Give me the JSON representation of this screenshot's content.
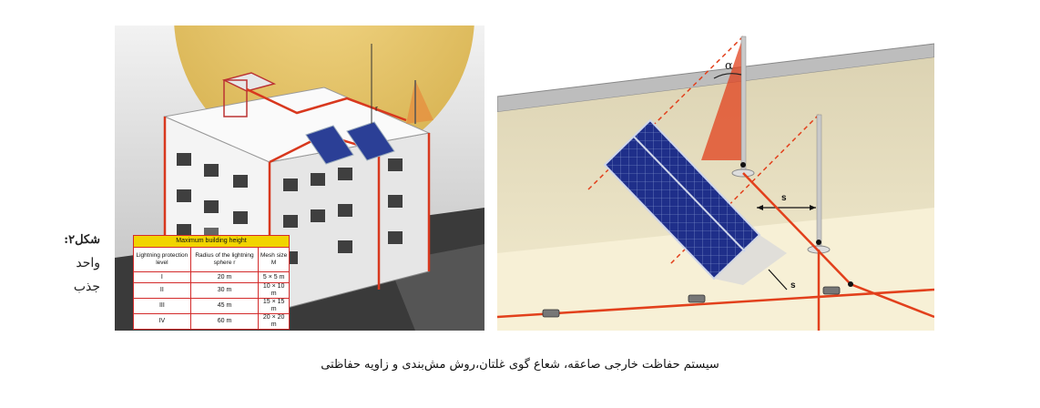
{
  "figure": {
    "title": "شکل۲:",
    "subtitle_lines": [
      "واحد",
      "جذب"
    ]
  },
  "left_image": {
    "table": {
      "header": "Maximum building height",
      "columns": [
        "Lightning protection level",
        "Radius of the lightning sphere r",
        "Mesh size M"
      ],
      "rows": [
        [
          "I",
          "20 m",
          "5 × 5 m"
        ],
        [
          "II",
          "30 m",
          "10 × 10 m"
        ],
        [
          "III",
          "45 m",
          "15 × 15 m"
        ],
        [
          "IV",
          "60 m",
          "20 × 20 m"
        ]
      ]
    },
    "labels": {
      "radius": "r"
    }
  },
  "right_image": {
    "labels": {
      "angle": "α",
      "spacing_top": "s",
      "spacing_bottom": "s"
    }
  },
  "caption": "سیستم حفاظت خارجی صاعقه، شعاع گوی غلتان،روش مش‌بندی و زاویه حفاظتی",
  "colors": {
    "red": "#e2401c",
    "sphere": "#e8c75a",
    "panel_blue": "#1f2f8a",
    "wall": "#f1e8c9"
  }
}
